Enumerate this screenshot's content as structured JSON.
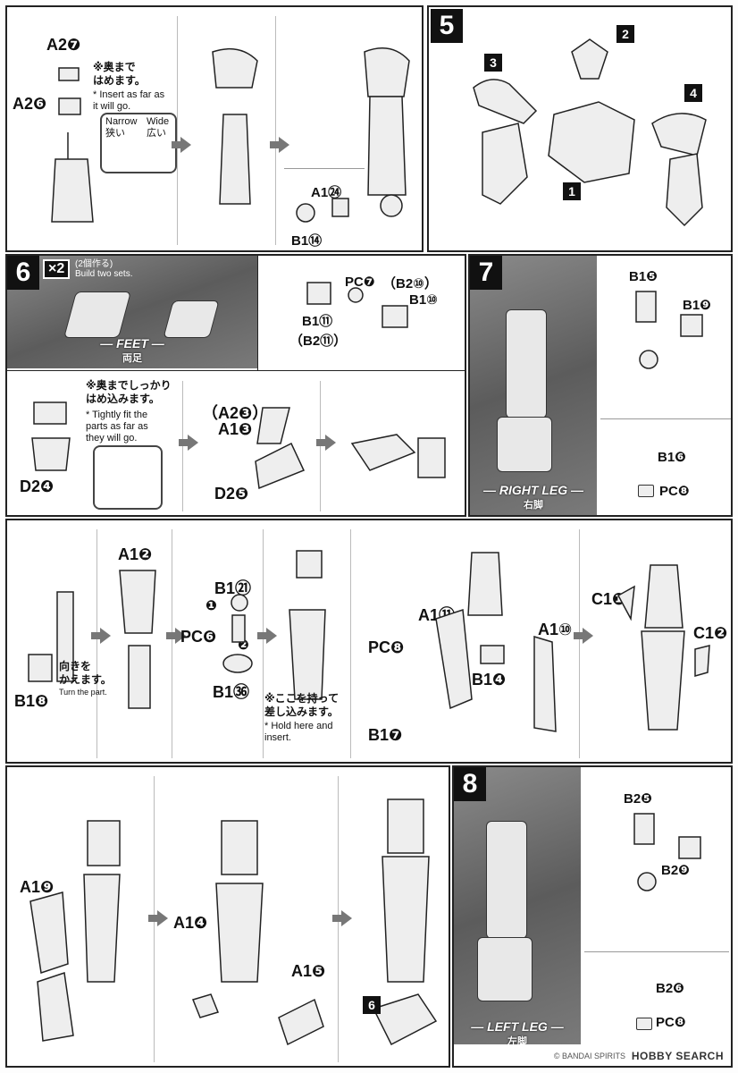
{
  "step4": {
    "labels": {
      "a27": "A2❼",
      "a26": "A2❻",
      "a124": "A1㉔",
      "b114": "B1⑭"
    },
    "note_jp": "※奥まで\nはめます。",
    "note_en": "* Insert as far as\n  it will go.",
    "narrow_label": "Narrow\n狭い",
    "wide_label": "Wide\n広い"
  },
  "step5": {
    "number": "5",
    "part_numbers": [
      "1",
      "2",
      "3",
      "4"
    ]
  },
  "step6": {
    "number": "6",
    "multiplier": "×2",
    "multiplier_note": "(2個作る)\nBuild two sets.",
    "feet_caption": "— FEET —",
    "feet_caption_jp": "両足",
    "labels": {
      "pc7": "PC❼",
      "b210_paren": "（B2⑩）",
      "b110": "B1⑩",
      "b111": "B1⑪",
      "b211_paren": "（B2⑪）",
      "d24": "D2❹",
      "a23_paren": "（A2❸）",
      "a13": "A1❸",
      "d25": "D2❺"
    },
    "note_jp": "※奥までしっかり\nはめ込みます。",
    "note_en": "* Tightly fit the\n  parts as far as\n  they will go."
  },
  "step7": {
    "number": "7",
    "caption": "— RIGHT LEG —",
    "caption_jp": "右脚",
    "labels": {
      "b15": "B1❺",
      "b19": "B1❾",
      "b16": "B1❻",
      "pc8": "PC❽"
    }
  },
  "row3": {
    "labels": {
      "b18": "B1❽",
      "a12": "A1❷",
      "b121": "B1㉑",
      "pc6": "PC❻",
      "b136": "B1㊱",
      "a111": "A1⑪",
      "a110": "A1⑩",
      "b14": "B1❹",
      "pc8": "PC❽",
      "b17": "B1❼",
      "c11": "C1❶",
      "c12": "C1❷",
      "circ1": "❶",
      "circ2": "❷"
    },
    "turn_jp": "向きを\nかえます。",
    "turn_en": "Turn the part.",
    "hold_jp": "※ここを持って\n差し込みます。",
    "hold_en": "* Hold here and\n  insert."
  },
  "row4": {
    "labels": {
      "a19": "A1❾",
      "a14": "A1❹",
      "a15": "A1❺",
      "step6ref": "6"
    }
  },
  "step8": {
    "number": "8",
    "caption": "— LEFT LEG —",
    "caption_jp": "左脚",
    "labels": {
      "b25": "B2❺",
      "b29": "B2❾",
      "b26": "B2❻",
      "pc8": "PC❽"
    }
  },
  "footer": {
    "copyright": "© BANDAI SPIRITS",
    "watermark": "HOBBY SEARCH"
  }
}
